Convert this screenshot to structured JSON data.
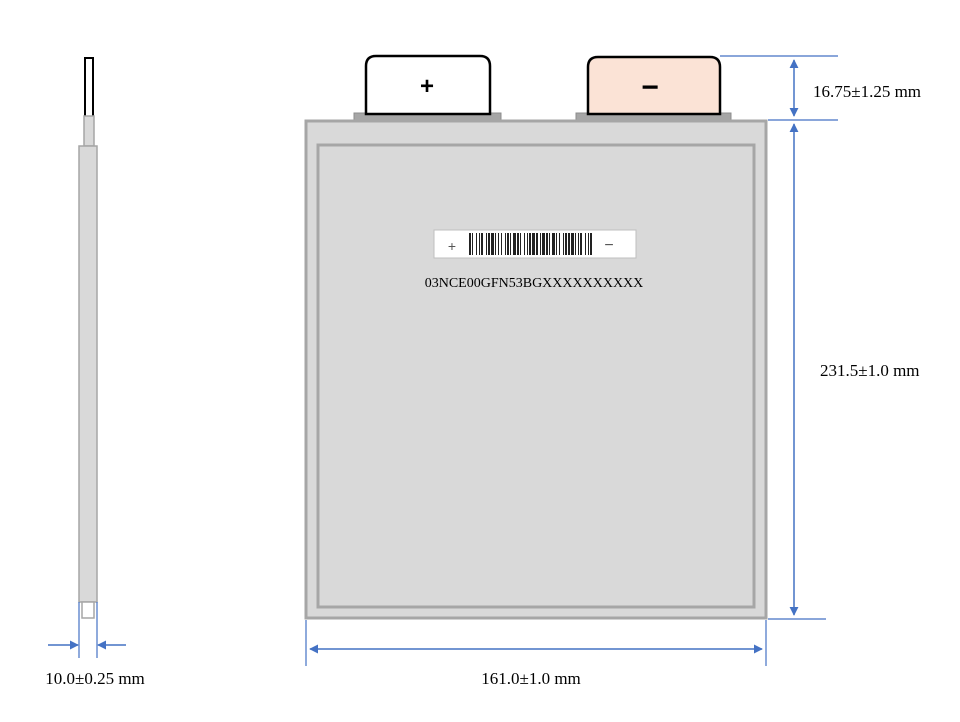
{
  "terminals": {
    "positive": {
      "symbol": "+",
      "fill": "#ffffff"
    },
    "negative": {
      "symbol": "−",
      "fill": "#fbe3d6"
    }
  },
  "barcode": {
    "left_mark": "+",
    "right_mark": "−",
    "serial": "03NCE00GFN53BGXXXXXXXXXX"
  },
  "dimensions": {
    "tab_height": "16.75±1.25 mm",
    "body_height": "231.5±1.0 mm",
    "width": "161.0±1.0 mm",
    "thickness": "10.0±0.25 mm"
  },
  "colors": {
    "cell_body": "#d9d9d9",
    "cell_border": "#a6a6a6",
    "tab_metal": "#a6a6a6",
    "dimension_line": "#4472c4"
  }
}
